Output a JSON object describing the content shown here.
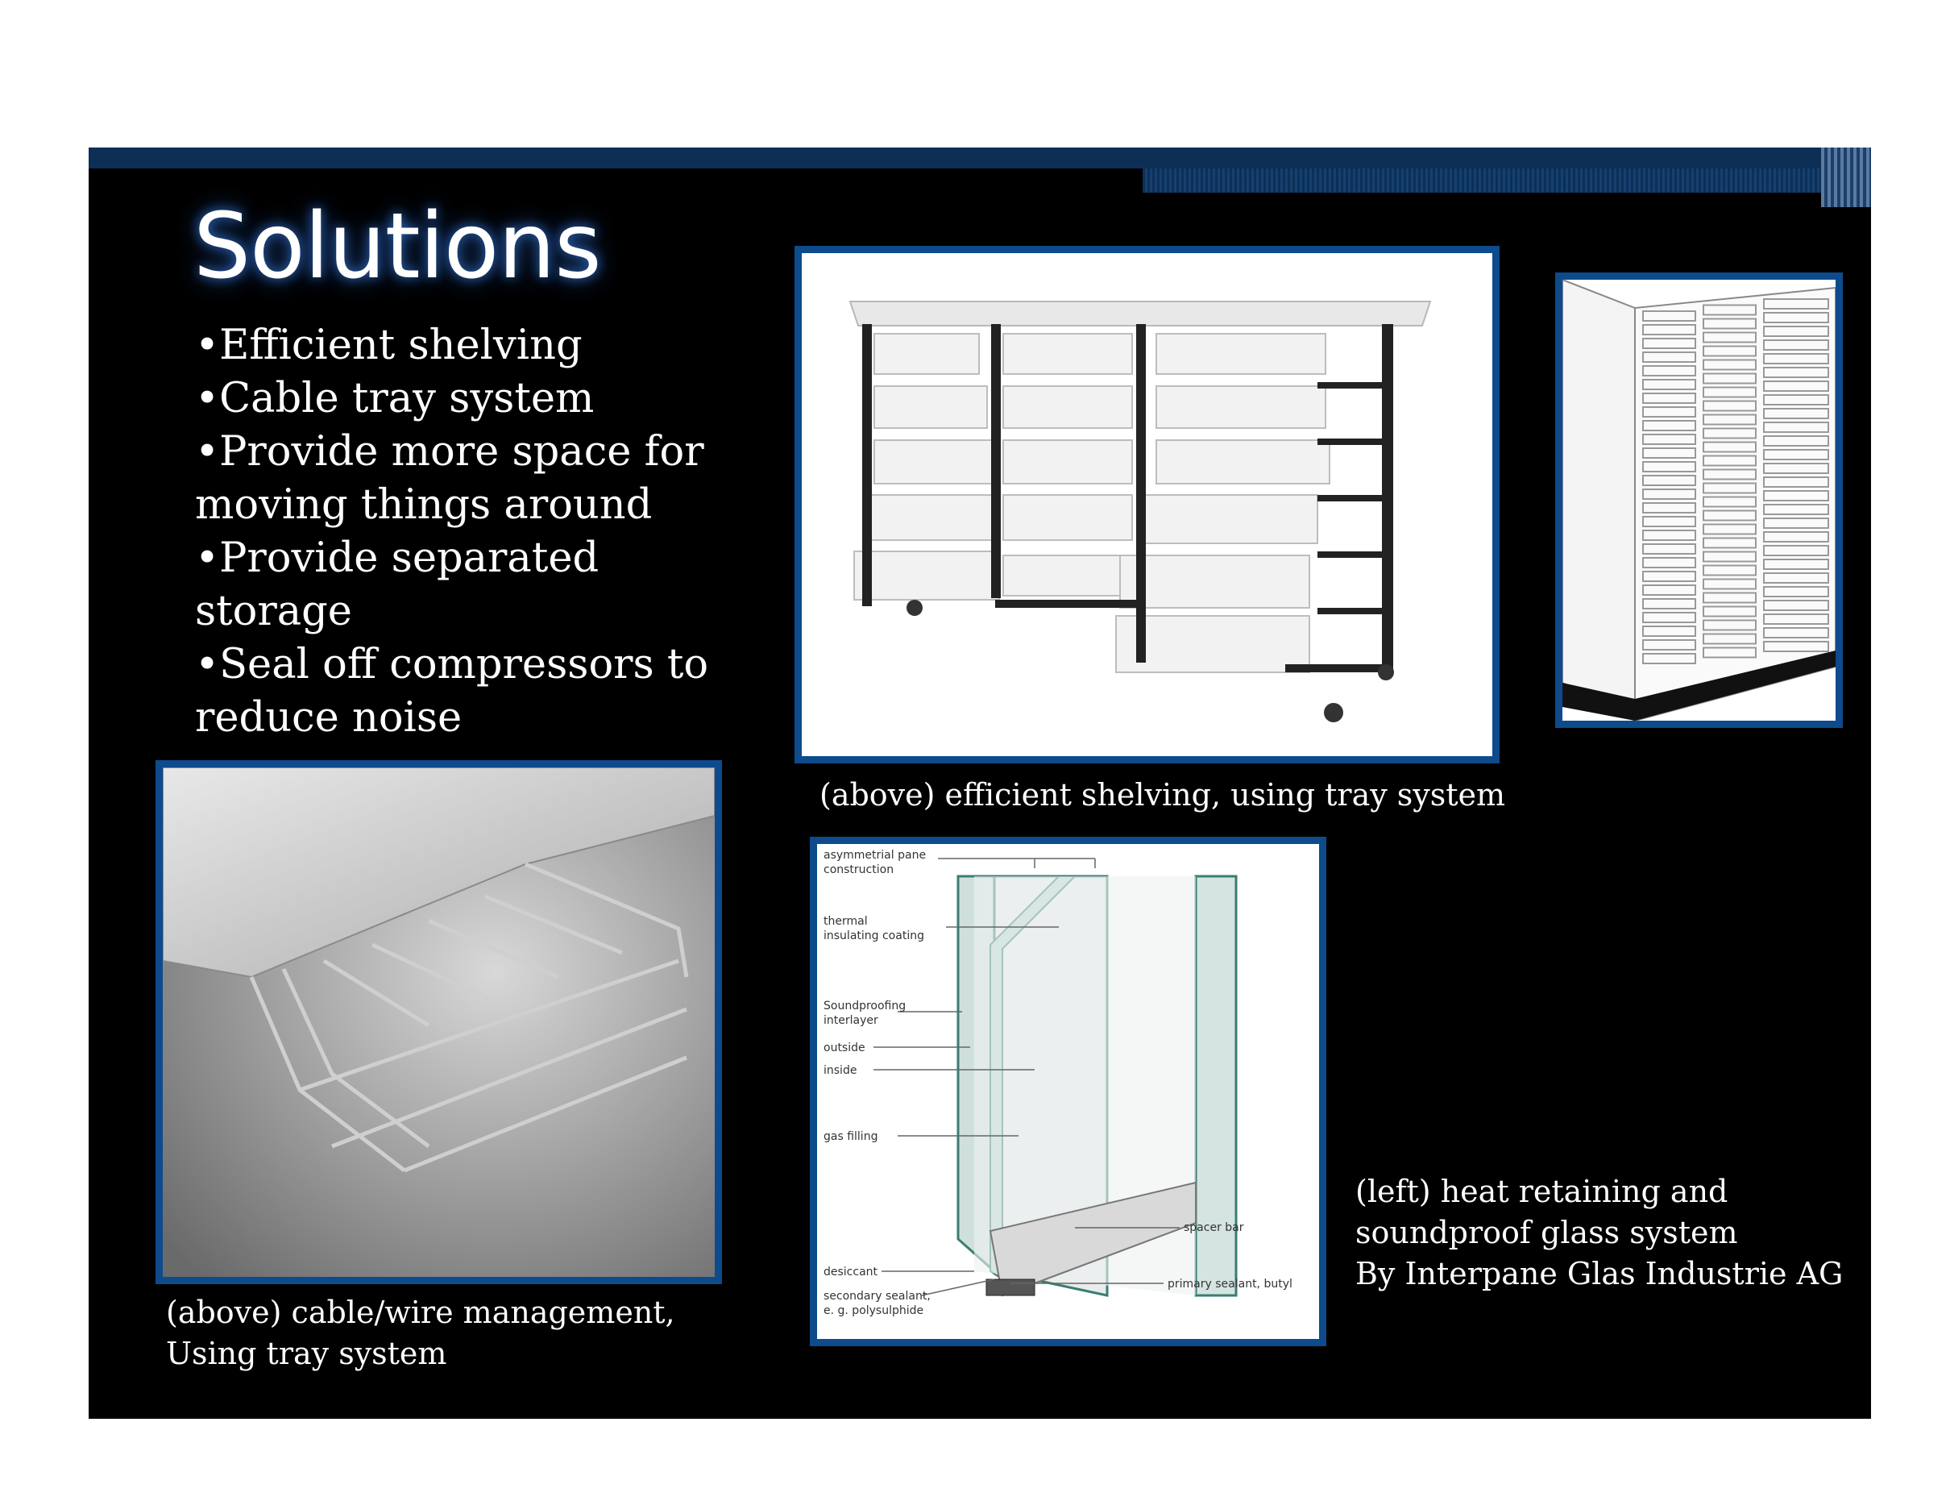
{
  "slide": {
    "title": "Solutions",
    "bullets": [
      "•Efficient shelving",
      "•Cable tray system",
      "•Provide more space for",
      "moving things around",
      "•Provide separated storage",
      "•Seal off compressors to",
      "reduce noise"
    ]
  },
  "captions": {
    "shelving": "(above) efficient shelving, using tray system",
    "cable_line1": "(above) cable/wire management,",
    "cable_line2": "Using tray system",
    "glass_line1": "(left) heat retaining and",
    "glass_line2": "soundproof glass system",
    "glass_line3": "By Interpane Glas Industrie AG"
  },
  "glass_diagram": {
    "labels": {
      "asymmetrical_1": "asymmetrial pane",
      "asymmetrical_2": "construction",
      "thermal_1": "thermal",
      "thermal_2": "insulating coating",
      "soundproof_1": "Soundproofing",
      "soundproof_2": "interlayer",
      "outside": "outside",
      "inside": "inside",
      "gas": "gas filling",
      "desiccant": "desiccant",
      "secondary_1": "secondary sealant,",
      "secondary_2": "e. g. polysulphide",
      "spacer": "spacer bar",
      "primary": "primary sealant, butyl"
    }
  },
  "colors": {
    "slide_bg": "#000000",
    "frame_border": "#0d4b8c",
    "band": "#0d2f56"
  }
}
